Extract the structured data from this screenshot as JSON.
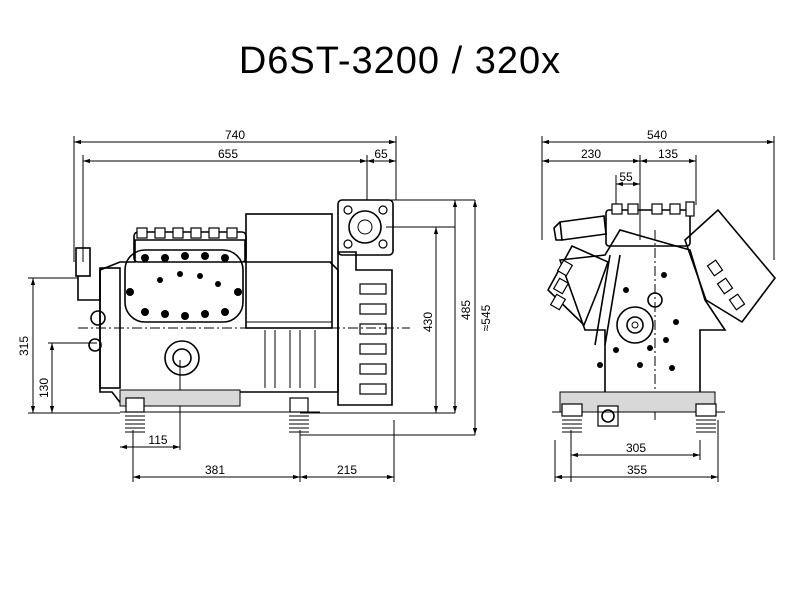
{
  "title": "D6ST-3200 / 320x",
  "side_view": {
    "dims": {
      "overall_length": "740",
      "length_655": "655",
      "length_65": "65",
      "height_545": "≈545",
      "height_485": "485",
      "height_430": "430",
      "height_315": "315",
      "height_130": "130",
      "foot_115": "115",
      "base_381": "381",
      "base_215": "215"
    }
  },
  "end_view": {
    "dims": {
      "width_540": "540",
      "width_230": "230",
      "width_135": "135",
      "width_55": "55",
      "base_305": "305",
      "base_355": "355"
    }
  }
}
